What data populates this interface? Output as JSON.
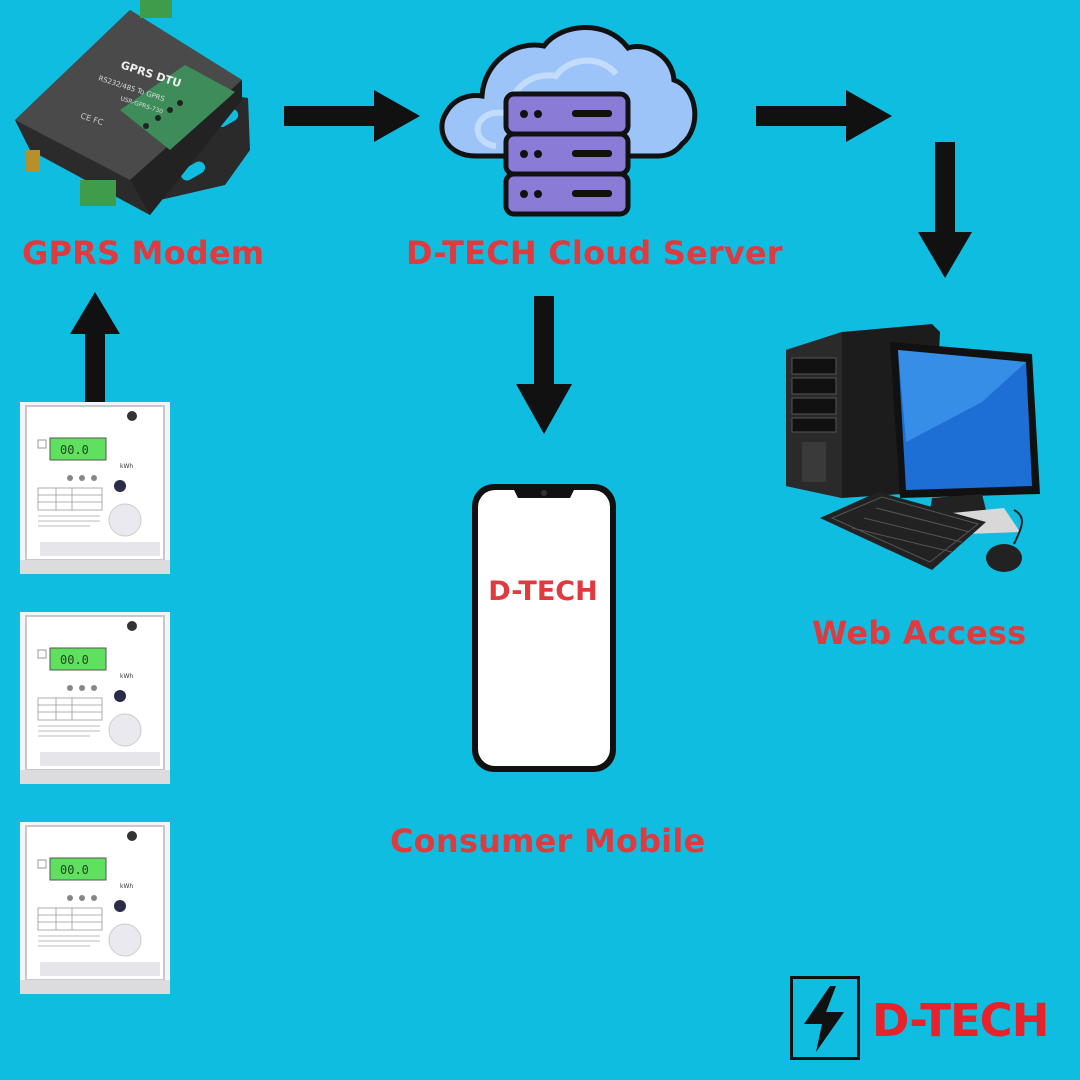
{
  "nodes": {
    "modem": {
      "label": "GPRS Modem",
      "device_title": "GPRS DTU",
      "device_subtitle": "RS232/485 To GPRS",
      "device_model": "USR-GPRS-730",
      "cert_marks": "CE FC"
    },
    "cloud": {
      "label": "D-TECH Cloud Server"
    },
    "web": {
      "label": "Web Access"
    },
    "mobile": {
      "label": "Consumer Mobile",
      "screen_text": "D-TECH"
    },
    "meters": {
      "count_shown": 3,
      "display_value": "00.0",
      "unit": "kWh"
    }
  },
  "logo": {
    "text": "D-TECH",
    "icon": "lightning-bolt-icon"
  },
  "colors": {
    "background": "#0fbde0",
    "label_red": "#e03a3e",
    "arrow": "#111111"
  }
}
